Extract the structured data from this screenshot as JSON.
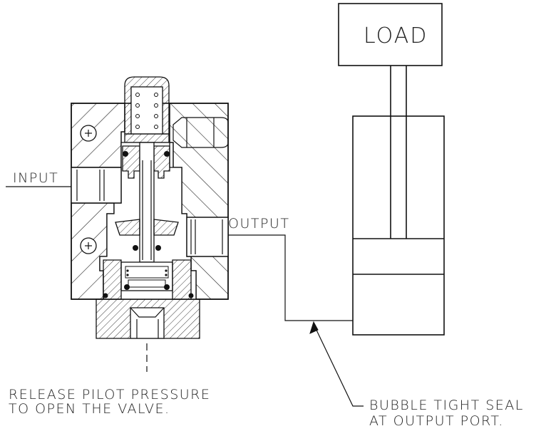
{
  "labels": {
    "load": "LOAD",
    "input": "INPUT",
    "output": "OUTPUT",
    "release_line1": "RELEASE PILOT PRESSURE",
    "release_line2": "TO OPEN THE VALVE.",
    "seal_line1": "BUBBLE TIGHT SEAL",
    "seal_line2": "AT OUTPUT PORT."
  },
  "colors": {
    "line": "#111111",
    "background": "#ffffff"
  }
}
